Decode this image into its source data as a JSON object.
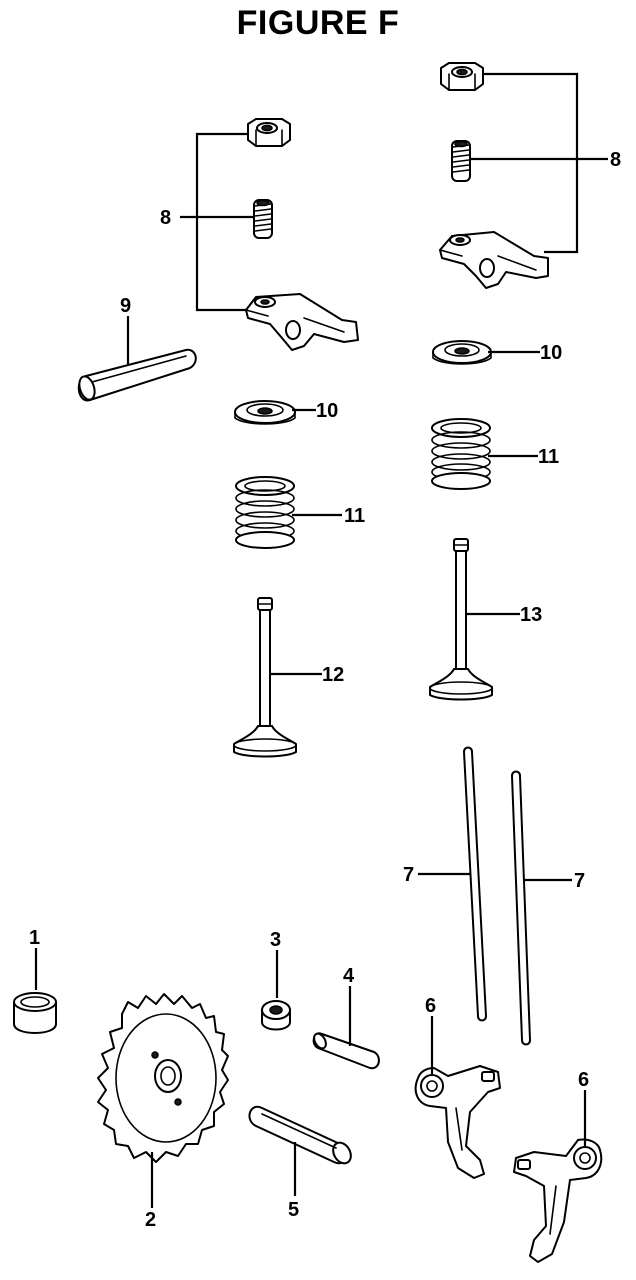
{
  "title": "FIGURE F",
  "labels": {
    "l1": "1",
    "l2": "2",
    "l3": "3",
    "l4": "4",
    "l5": "5",
    "l6a": "6",
    "l6b": "6",
    "l7a": "7",
    "l7b": "7",
    "l8a": "8",
    "l8b": "8",
    "l9": "9",
    "l10a": "10",
    "l10b": "10",
    "l11a": "11",
    "l11b": "11",
    "l12": "12",
    "l13": "13"
  }
}
